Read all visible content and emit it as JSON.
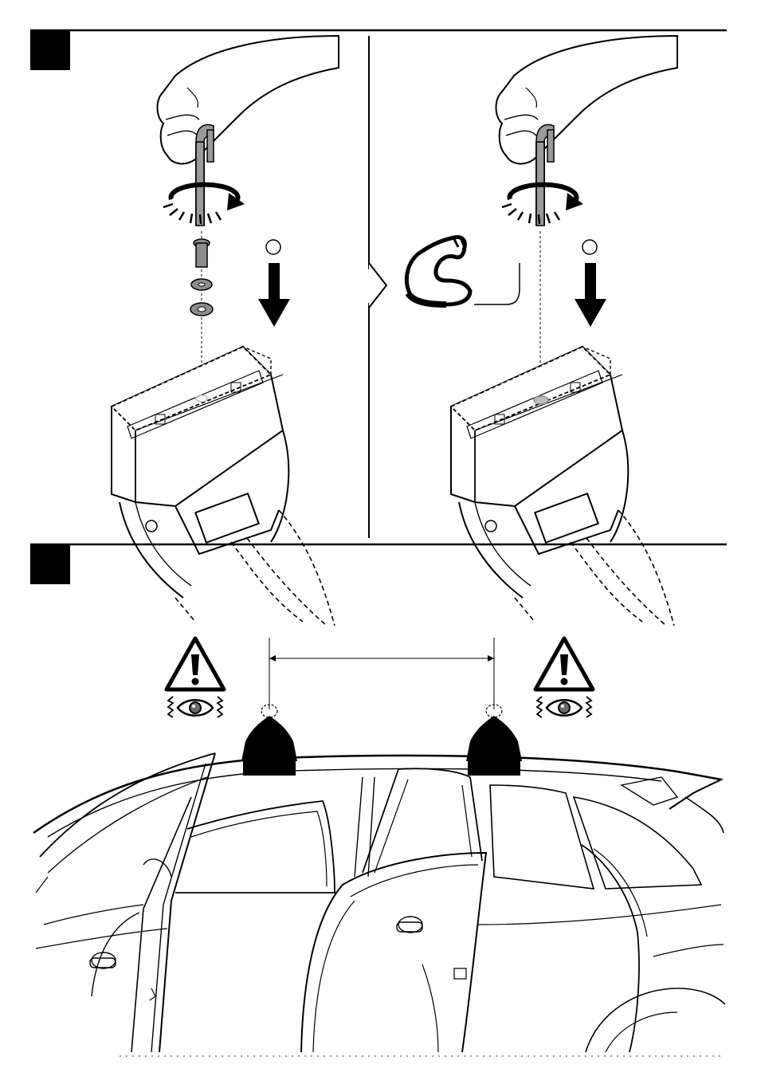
{
  "steps": [
    {
      "panels": [
        {
          "id": "left",
          "arrow_label": ""
        },
        {
          "id": "right",
          "arrow_label": ""
        }
      ]
    },
    {
      "panels": [
        {
          "id": "roof",
          "distance_label": ""
        }
      ]
    }
  ],
  "colors": {
    "ink": "#000000",
    "paper": "#ffffff",
    "gray": "#6b6b6b",
    "light_gray": "#bdbdbd"
  },
  "icons": [
    "hex-key-icon",
    "rotation-arrow-icon",
    "screw-icon",
    "washer-icon",
    "down-arrow-icon",
    "strong-arm-icon",
    "warning-triangle-icon",
    "eye-icon",
    "chevron-right-icon"
  ]
}
